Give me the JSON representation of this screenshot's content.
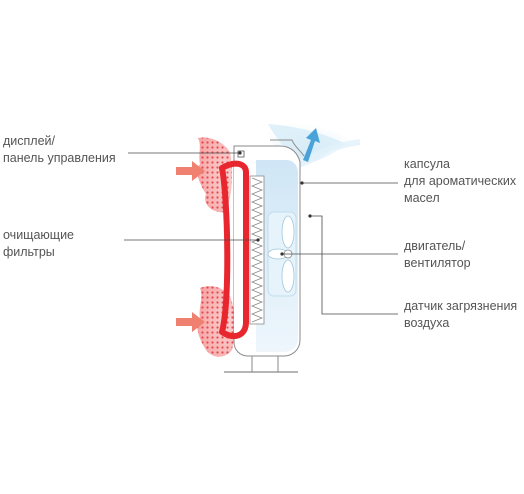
{
  "labels": {
    "display_panel": [
      "дисплей/",
      "панель управления"
    ],
    "filters": [
      "очищающие",
      "фильтры"
    ],
    "aroma_capsule": [
      "капсула",
      "для ароматических",
      "масел"
    ],
    "motor_fan": [
      "двигатель/",
      "вентилятор"
    ],
    "pollution_sensor": [
      "датчик загрязнения",
      "воздуха"
    ]
  },
  "colors": {
    "intake_air": "#e8262e",
    "intake_arrow": "#f08070",
    "outflow_air": "#9fd0ea",
    "outflow_arrow": "#4aa3d8",
    "unit_body": "#d8ecf8",
    "outline": "#8a8a8a"
  }
}
